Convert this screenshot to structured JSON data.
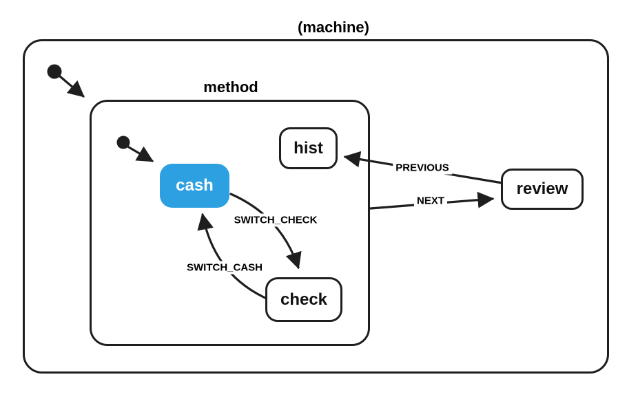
{
  "diagram": {
    "machine": {
      "title": "(machine)"
    },
    "method": {
      "title": "method"
    },
    "states": {
      "hist": {
        "label": "hist"
      },
      "cash": {
        "label": "cash",
        "active": true
      },
      "check": {
        "label": "check"
      },
      "review": {
        "label": "review"
      }
    },
    "edges": {
      "switch_check": {
        "label": "SWITCH_CHECK",
        "from": "cash",
        "to": "check"
      },
      "switch_cash": {
        "label": "SWITCH_CASH",
        "from": "check",
        "to": "cash"
      },
      "previous": {
        "label": "PREVIOUS",
        "from": "review",
        "to": "hist"
      },
      "next": {
        "label": "NEXT",
        "from": "method",
        "to": "review"
      }
    },
    "colors": {
      "active_state_fill": "#2da0e1",
      "active_state_text": "#ffffff",
      "stroke": "#1e1e1e",
      "canvas_bg": "#ffffff"
    }
  }
}
